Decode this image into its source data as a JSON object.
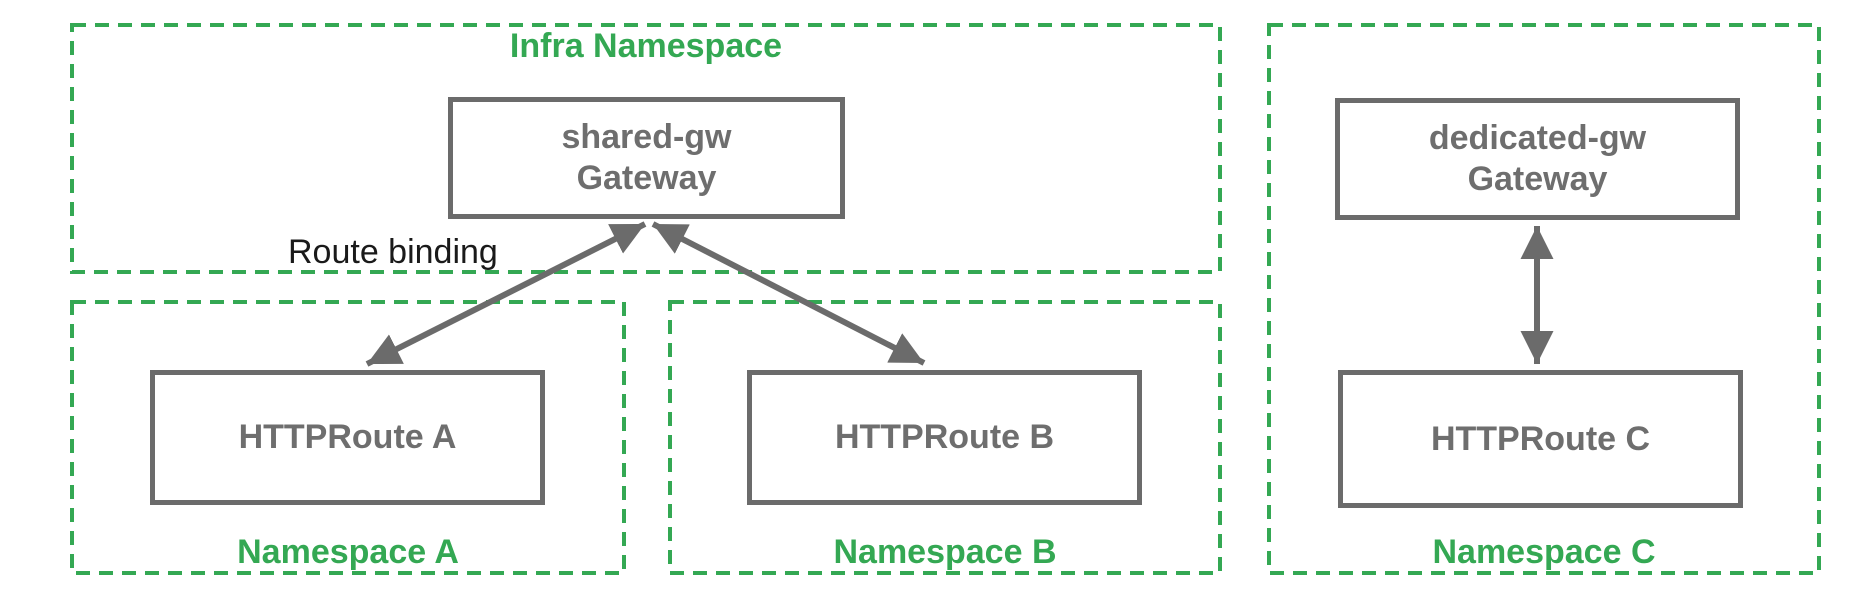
{
  "diagram": {
    "infra_namespace": {
      "label": "Infra Namespace",
      "gateway": {
        "name": "shared-gw",
        "kind": "Gateway"
      }
    },
    "namespace_a": {
      "label": "Namespace A",
      "route": "HTTPRoute A"
    },
    "namespace_b": {
      "label": "Namespace B",
      "route": "HTTPRoute B"
    },
    "namespace_c": {
      "label": "Namespace C",
      "gateway": {
        "name": "dedicated-gw",
        "kind": "Gateway"
      },
      "route": "HTTPRoute C"
    },
    "annotations": {
      "route_binding": "Route binding"
    },
    "colors": {
      "namespace_green": "#34a853",
      "node_gray": "#6b6b6b",
      "annotation_black": "#1a1a1a"
    }
  }
}
